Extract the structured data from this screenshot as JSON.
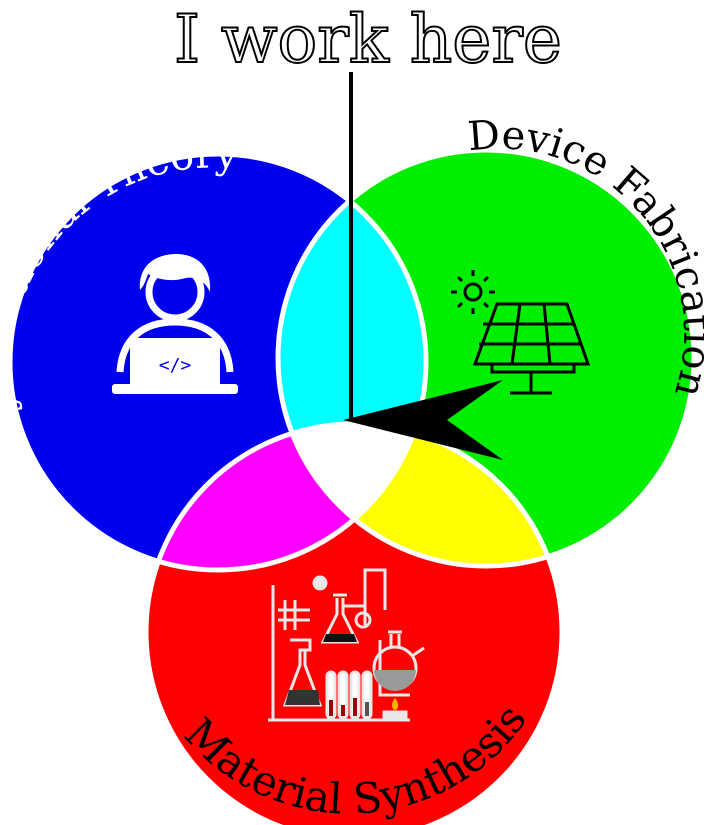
{
  "header": {
    "title": "I work here"
  },
  "circles": {
    "dft": {
      "label": "Density Funtional Theory",
      "color": "#0000ee",
      "icon": "developer-laptop-icon"
    },
    "device": {
      "label": "Device Fabrication",
      "color": "#00ee00",
      "icon": "solar-panel-icon"
    },
    "synthesis": {
      "label": "Material Synthesis",
      "color": "#ff0000",
      "icon": "lab-glassware-icon"
    }
  },
  "overlaps": {
    "dft_device": "#00ffff",
    "dft_synthesis": "#ff00ff",
    "device_synthesis": "#ffff00",
    "center": "#ffffff"
  }
}
